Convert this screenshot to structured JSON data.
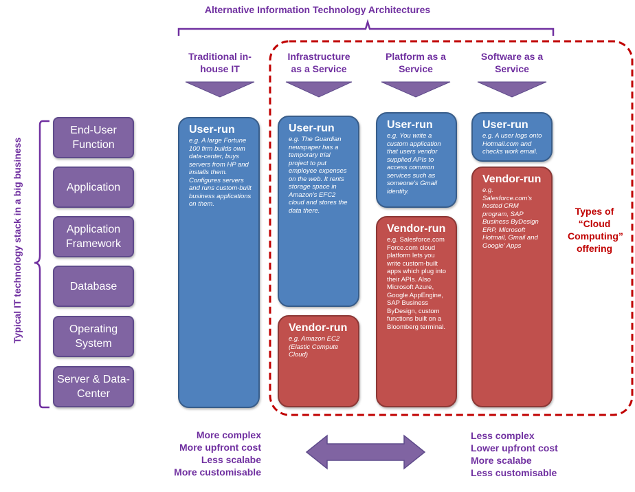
{
  "title": "Alternative Information Technology Architectures",
  "side_label": "Typical IT technology stack in a big business",
  "stack": [
    "End-User Function",
    "Application",
    "Application Framework",
    "Database",
    "Operating System",
    "Server & Data-Center"
  ],
  "columns": [
    {
      "heading": "Traditional in-house IT"
    },
    {
      "heading": "Infrastructure as a Service"
    },
    {
      "heading": "Platform as a Service"
    },
    {
      "heading": "Software as a Service"
    }
  ],
  "boxes": {
    "trad_user": {
      "title": "User-run",
      "desc": "e.g. A large Fortune 100 firm builds own data-center, buys servers from HP and installs them. Configures servers and runs custom-built business applications on them."
    },
    "iaas_user": {
      "title": "User-run",
      "desc": "e.g. The Guardian newspaper has a temporary trial project to put employee expenses on the web. It rents storage space in Amazon's EFC2 cloud and stores the data there."
    },
    "iaas_vendor": {
      "title": "Vendor-run",
      "desc": "e.g. Amazon EC2 (Elastic Compute Cloud)"
    },
    "paas_user": {
      "title": "User-run",
      "desc": "e.g. You write a custom application that users vendor supplied APIs to access common services such as someone's Gmail identity."
    },
    "paas_vendor": {
      "title": "Vendor-run",
      "desc": "e.g. Salesforce.com Force.com cloud platform lets you write custom-built apps which plug into their APIs. Also Microsoft Azure, Google AppEngine, SAP Business ByDesign, custom functions built on a Bloomberg terminal."
    },
    "saas_user": {
      "title": "User-run",
      "desc": "e.g. A user logs onto Hotmail.com and checks work email."
    },
    "saas_vendor": {
      "title": "Vendor-run",
      "desc": "e.g. Salesforce.com's hosted CRM program, SAP Business ByDesign ERP, Microsoft Hotmail, Gmail and Google' Apps"
    }
  },
  "cloud_label": "Types of “Cloud Computing” offering",
  "left_traits": [
    "More complex",
    "More upfront cost",
    "Less scalabe",
    "More customisable"
  ],
  "right_traits": [
    "Less complex",
    "Lower upfront cost",
    "More scalabe",
    "Less customisable"
  ],
  "colors": {
    "accent": "#7030a0",
    "stack": "#8064a2",
    "user_run": "#4f81bd",
    "vendor_run": "#c0504d",
    "cloud_border": "#c00000"
  }
}
